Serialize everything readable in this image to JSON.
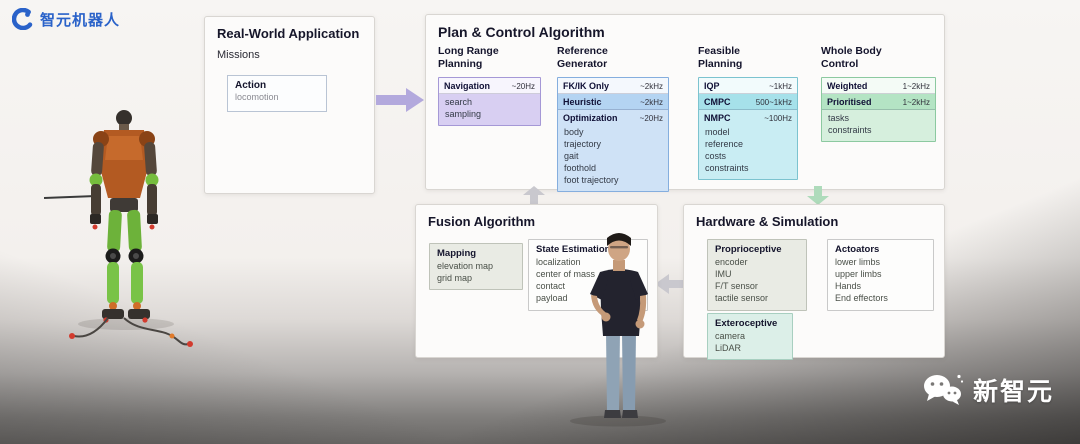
{
  "branding": {
    "logo_text": "智元机器人",
    "watermark_text": "新智元"
  },
  "palette": {
    "brand_blue": "#2a62c9",
    "purple_block": "#d8cff2",
    "blue_block": "#cfe2f6",
    "cyan_block": "#c9edf3",
    "green_block": "#d6efdd",
    "arrow_purple": "#b3a9dd",
    "arrow_green": "#aedbbb",
    "arrow_gray": "#c9c8ce"
  },
  "diagram": {
    "real_world": {
      "title": "Real-World Application",
      "subtitle": "Missions",
      "action_title": "Action",
      "action_items": [
        "locomotion"
      ]
    },
    "plan_control": {
      "title": "Plan & Control Algorithm",
      "long_range": {
        "header": "Long Range\nPlanning",
        "row": {
          "label": "Navigation",
          "rate": "~20Hz"
        },
        "items": [
          "search",
          "sampling"
        ]
      },
      "reference": {
        "header": "Reference\nGenerator",
        "rows": [
          {
            "label": "FK/IK Only",
            "rate": "~2kHz"
          },
          {
            "label": "Heuristic",
            "rate": "~2kHz"
          },
          {
            "label": "Optimization",
            "rate": "~20Hz"
          }
        ],
        "items": [
          "body",
          "trajectory",
          "gait",
          "foothold",
          "foot trajectory"
        ]
      },
      "feasible": {
        "header": "Feasible\nPlanning",
        "rows": [
          {
            "label": "IQP",
            "rate": "~1kHz"
          },
          {
            "label": "CMPC",
            "rate": "500~1kHz"
          },
          {
            "label": "NMPC",
            "rate": "~100Hz"
          }
        ],
        "items": [
          "model",
          "reference",
          "costs",
          "constraints"
        ]
      },
      "whole_body": {
        "header": "Whole Body\nControl",
        "rows": [
          {
            "label": "Weighted",
            "rate": "1~2kHz"
          },
          {
            "label": "Prioritised",
            "rate": "1~2kHz"
          }
        ],
        "items": [
          "tasks",
          "constraints"
        ]
      }
    },
    "fusion": {
      "title": "Fusion Algorithm",
      "mapping": {
        "title": "Mapping",
        "items": [
          "elevation map",
          "grid map"
        ]
      },
      "state_estimation": {
        "title": "State Estimation",
        "items": [
          "localization",
          "center of mass",
          "contact",
          "payload"
        ]
      }
    },
    "hardware": {
      "title": "Hardware & Simulation",
      "proprioceptive": {
        "title": "Proprioceptive",
        "items": [
          "encoder",
          "IMU",
          "F/T sensor",
          "tactile sensor"
        ]
      },
      "actuators": {
        "title": "Actoators",
        "items": [
          "lower limbs",
          "upper limbs",
          "Hands",
          "End effectors"
        ]
      },
      "exteroceptive": {
        "title": "Exteroceptive",
        "items": [
          "camera",
          "LiDAR"
        ]
      }
    }
  }
}
